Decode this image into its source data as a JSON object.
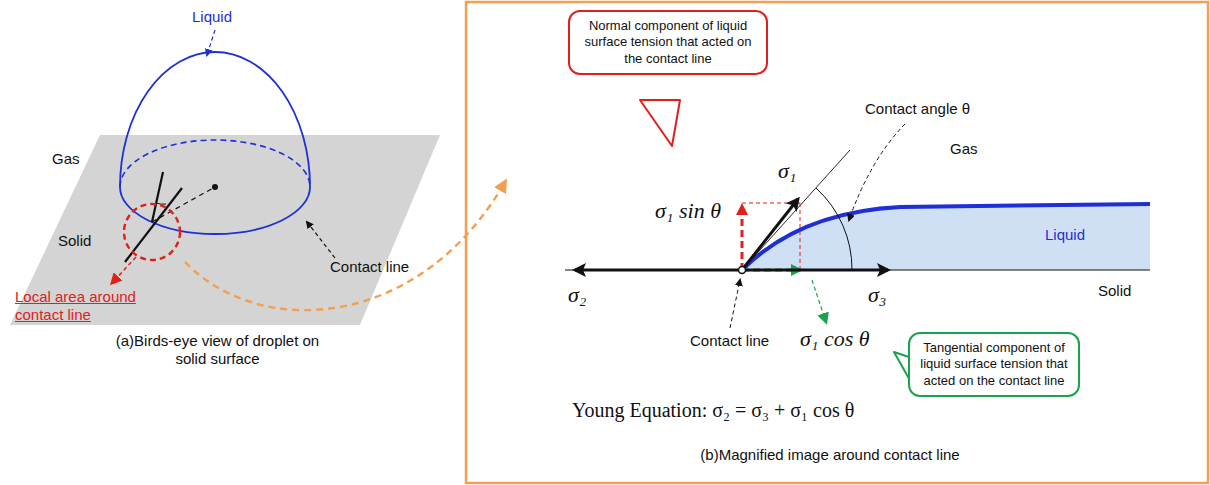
{
  "diagram": {
    "nodes": [
      {
        "text": [
          "Normal component of liquid surface tension that acted on the contact line"
        ]
      },
      {
        "text": [
          "Tangential component of liquid surface tension that acted on the contact line"
        ]
      }
    ],
    "labels": [
      "Liquid",
      "Gas",
      "Solid",
      "Contact line",
      "Local area around contact line",
      "(a)Birds-eye view of droplet on solid surface",
      "Contact angle θ",
      "Gas",
      "σ₁",
      "σ₁ sin θ",
      "Liquid",
      "σ₂",
      "σ₃",
      "Solid",
      "Contact line",
      "σ₁ cos θ",
      "Young Equation: σ₂ = σ₃ + σ₁ cos θ",
      "(b)Magnified image around contact line"
    ]
  }
}
